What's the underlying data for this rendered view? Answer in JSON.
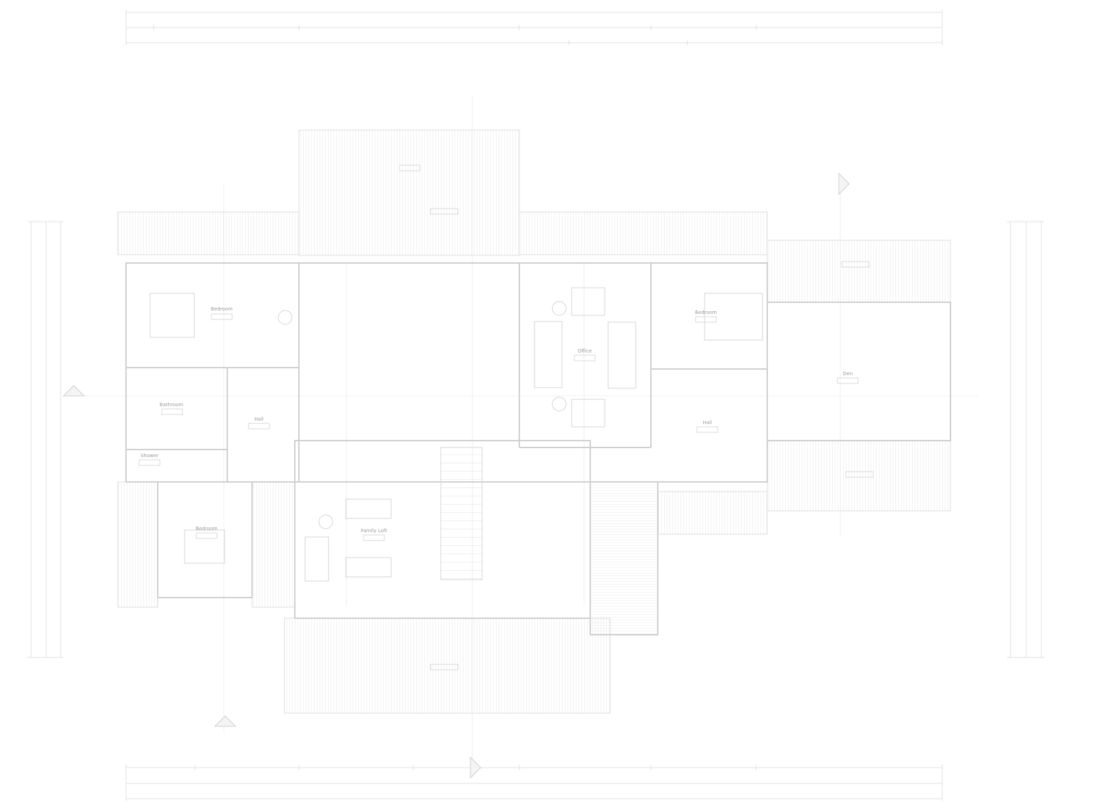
{
  "drawing": {
    "type": "floor-plan",
    "line_color": "#cfcfcf",
    "hatch_color": "#ececec",
    "room_names": {
      "bedroom_west": "Bedroom",
      "bath_west": "Bathroom",
      "hall_west": "Hall",
      "shower": "Shower",
      "bedroom_south": "Bedroom",
      "office": "Office",
      "bedroom_east": "Bedroom",
      "hall_east": "Hall",
      "den": "Den",
      "family_loft": "Family Loft"
    }
  }
}
